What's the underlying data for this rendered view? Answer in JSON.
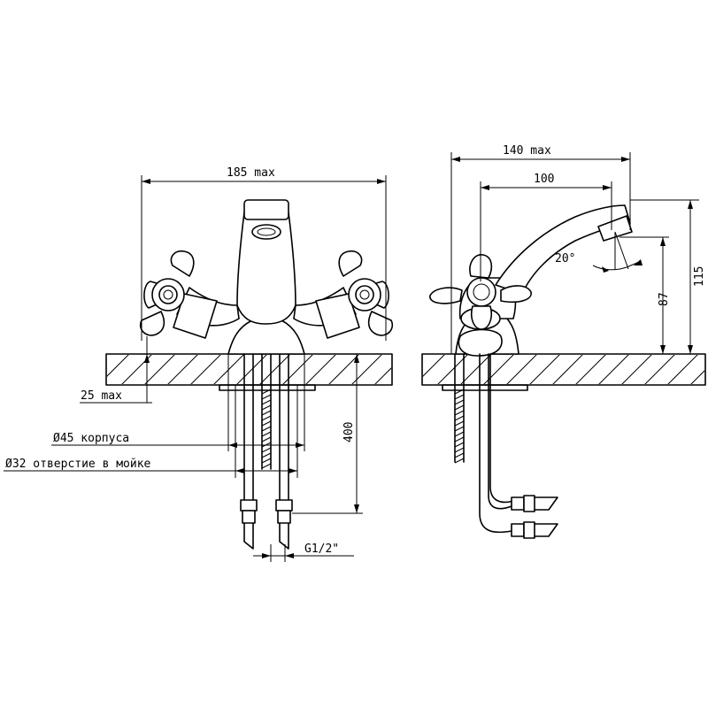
{
  "dimensions": {
    "front_width": "185 max",
    "side_width": "140 max",
    "spout_reach": "100",
    "spout_angle": "20°",
    "spout_height": "87",
    "total_height": "115",
    "thread_below_deck": "25 max",
    "body_diameter": "Ø45 корпуса",
    "sink_hole_diameter": "Ø32 отверстие в мойке",
    "hose_length": "400",
    "connection_thread": "G1/2\""
  }
}
